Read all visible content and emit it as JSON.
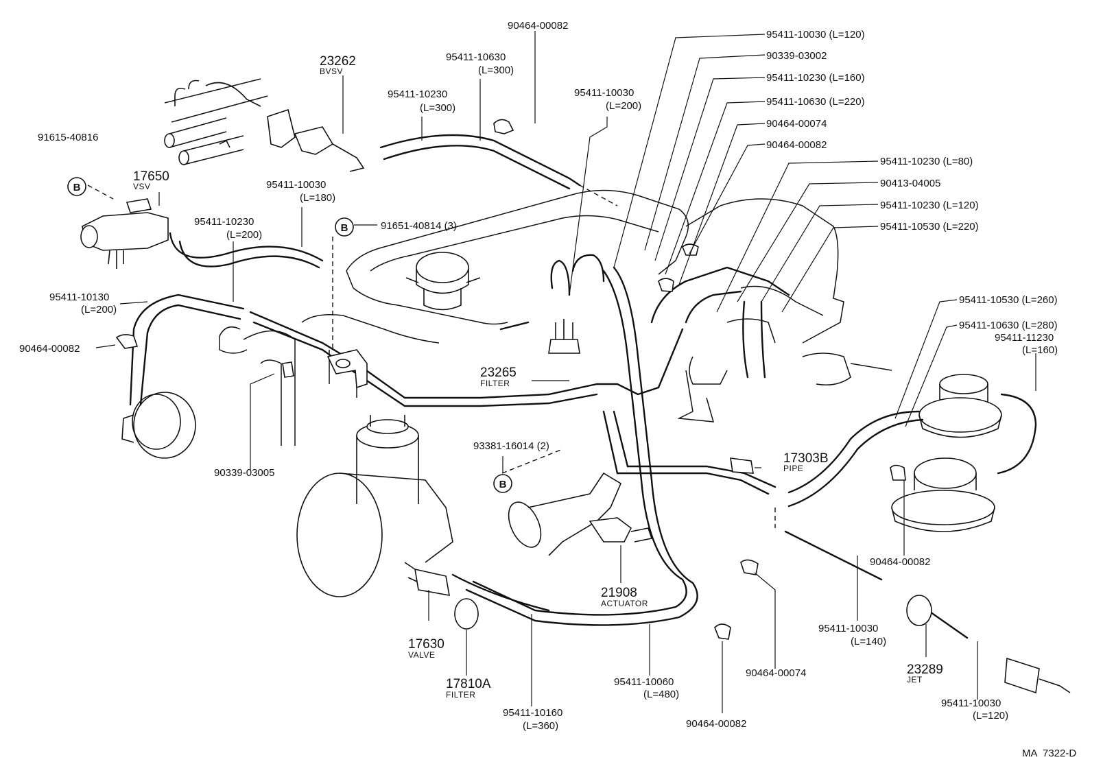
{
  "diagram_code": "MA  7322-D",
  "circle_marker": "B",
  "labels": {
    "p90464_00082_top": "90464-00082",
    "p23262": "23262",
    "bvsv": "BVSV",
    "p95411_10630_300_pn": "95411-10630",
    "p95411_10630_300_len": "(L=300)",
    "p95411_10230_300_pn": "95411-10230",
    "p95411_10230_300_len": "(L=300)",
    "p91615_40816": "91615-40816",
    "p17650": "17650",
    "vsv": "VSV",
    "p95411_10030_180_pn": "95411-10030",
    "p95411_10030_180_len": "(L=180)",
    "p95411_10230_200_pn": "95411-10230",
    "p95411_10230_200_len": "(L=200)",
    "p91651_40814": "91651-40814 (3)",
    "p95411_10130_pn": "95411-10130",
    "p95411_10130_len": "(L=200)",
    "p90464_00082_left": "90464-00082",
    "p90339_03005": "90339-03005",
    "p95411_10030_200_pn": "95411-10030",
    "p95411_10030_200_len": "(L=200)",
    "p23265": "23265",
    "filter_23265": "FILTER",
    "p95411_10030_120_top": "95411-10030 (L=120)",
    "p90339_03002": "90339-03002",
    "p95411_10230_160": "95411-10230 (L=160)",
    "p95411_10630_220": "95411-10630 (L=220)",
    "p90464_00074_top": "90464-00074",
    "p90464_00082_right": "90464-00082",
    "p95411_10230_80": "95411-10230 (L=80)",
    "p90413_04005": "90413-04005",
    "p95411_10230_120": "95411-10230 (L=120)",
    "p95411_10530_220": "95411-10530 (L=220)",
    "p95411_10530_260": "95411-10530 (L=260)",
    "p95411_10630_280": "95411-10630 (L=280)",
    "p95411_11230_pn": "95411-11230",
    "p95411_11230_len": "(L=160)",
    "p93381_16014": "93381-16014 (2)",
    "p17303b": "17303B",
    "pipe": "PIPE",
    "p21908": "21908",
    "actuator": "ACTUATOR",
    "p90464_00082_mid_right": "90464-00082",
    "p17630": "17630",
    "valve": "VALVE",
    "p17810a": "17810A",
    "filter_17810a": "FILTER",
    "p95411_10160_pn": "95411-10160",
    "p95411_10160_len": "(L=360)",
    "p95411_10060_pn": "95411-10060",
    "p95411_10060_len": "(L=480)",
    "p90464_00082_bottom": "90464-00082",
    "p90464_00074_bottom": "90464-00074",
    "p95411_10030_140_pn": "95411-10030",
    "p95411_10030_140_len": "(L=140)",
    "p23289": "23289",
    "jet": "JET",
    "p95411_10030_120b_pn": "95411-10030",
    "p95411_10030_120b_len": "(L=120)"
  }
}
